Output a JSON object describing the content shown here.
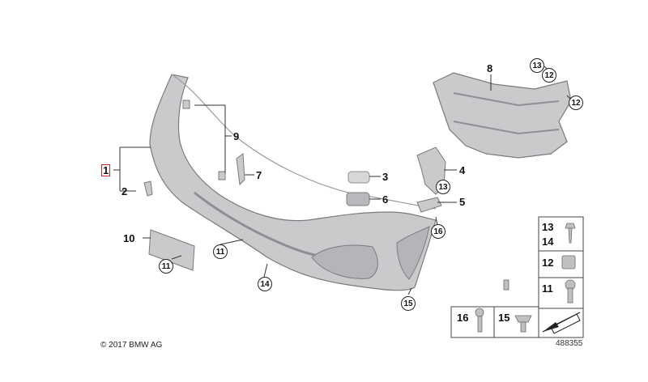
{
  "labels": {
    "l1": "1",
    "l2": "2",
    "l3": "3",
    "l4": "4",
    "l5": "5",
    "l6": "6",
    "l7": "7",
    "l8": "8",
    "l9": "9",
    "l10": "10"
  },
  "callouts": {
    "c11a": "11",
    "c11b": "11",
    "c12a": "12",
    "c12b": "12",
    "c13a": "13",
    "c13b": "13",
    "c14": "14",
    "c15": "15",
    "c16": "16"
  },
  "legend": {
    "n13": "13",
    "n14": "14",
    "n12": "12",
    "n11": "11",
    "n16": "16",
    "n15": "15"
  },
  "footer": {
    "copyright": "© 2017 BMW AG",
    "diagram_number": "488355"
  },
  "colors": {
    "highlight": "#d0232a",
    "part_fill": "#c9cacc",
    "line": "#333333"
  }
}
